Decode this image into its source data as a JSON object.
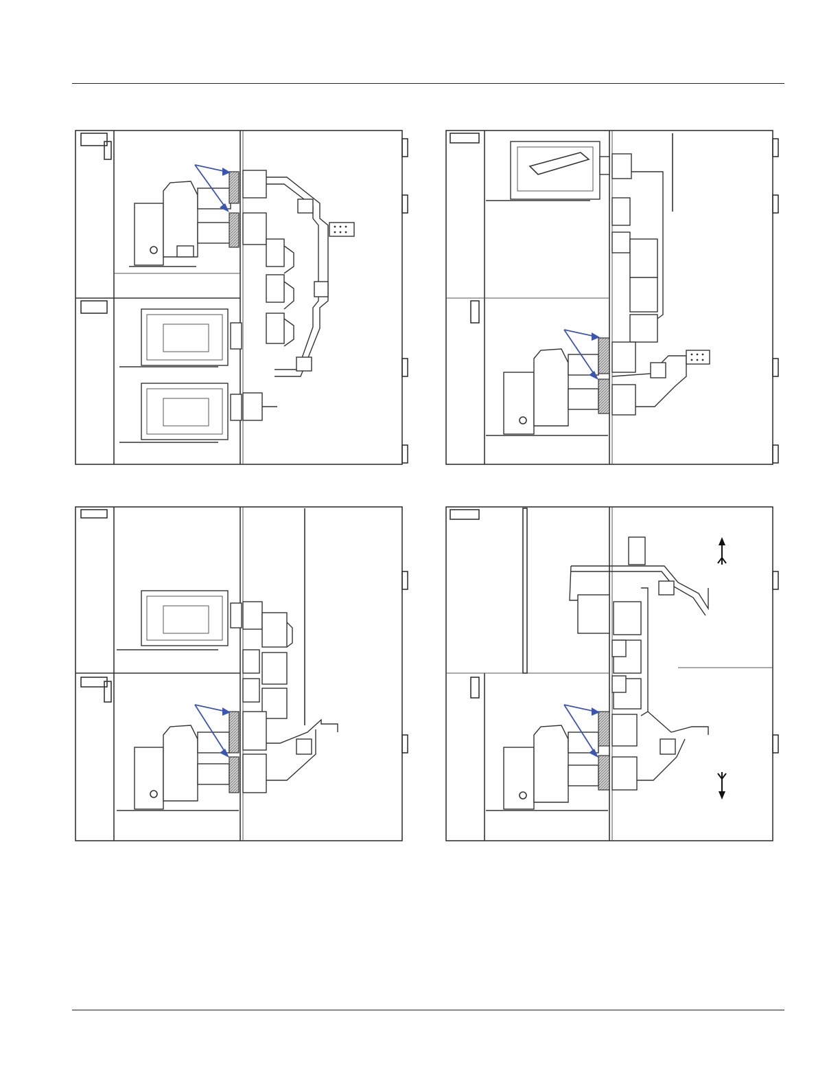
{
  "document": {
    "header_rule": true,
    "footer_rule": true
  },
  "figures": [
    {
      "id": "top-left",
      "arrow_color": "#3b55b5",
      "callout_arrows": 2
    },
    {
      "id": "top-right",
      "arrow_color": "#3b55b5",
      "callout_arrows": 2
    },
    {
      "id": "bottom-left",
      "arrow_color": "#3b55b5",
      "callout_arrows": 2
    },
    {
      "id": "bottom-right",
      "arrow_color": "#3b55b5",
      "callout_arrows": 2,
      "direction_arrows": [
        "up",
        "down"
      ]
    }
  ],
  "colors": {
    "line": "#333333",
    "callout": "#3b55b5",
    "hatch": "#888888"
  },
  "icons": [
    "up-arrow-icon",
    "down-arrow-icon",
    "callout-arrow-icon"
  ]
}
